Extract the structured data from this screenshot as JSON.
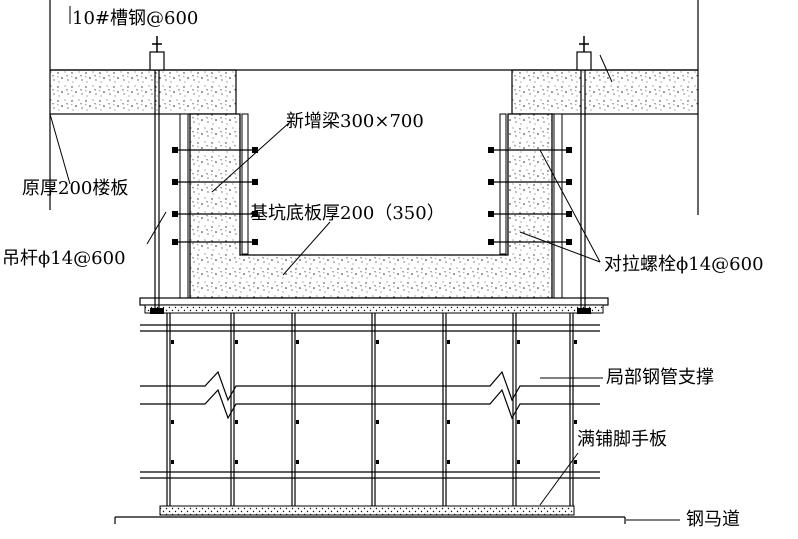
{
  "labels": {
    "channel_steel": "10#槽钢@600",
    "new_beam": "新增梁300×700",
    "original_slab": "原厚200楼板",
    "pit_bottom": "基坑底板厚200（350）",
    "hanger_rod": "吊杆ϕ14@600",
    "tie_bolt": "对拉螺栓ϕ14@600",
    "local_steel_support": "局部钢管支撑",
    "full_scaffold_board": "满铺脚手板",
    "steel_walkway": "钢马道"
  }
}
